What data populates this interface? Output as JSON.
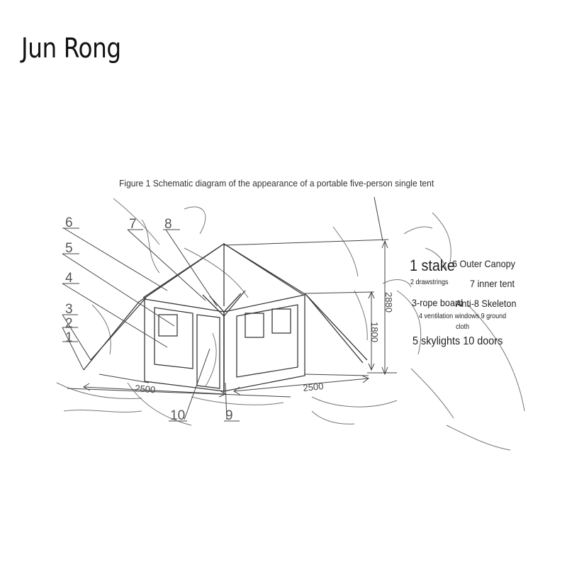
{
  "brand": "Jun Rong",
  "caption": "Figure 1 Schematic diagram of the appearance of a portable five-person single tent",
  "part_numbers": [
    "1",
    "2",
    "3",
    "4",
    "5",
    "6",
    "7",
    "8",
    "9",
    "10"
  ],
  "dimensions": {
    "width_left": "2500",
    "width_right": "2500",
    "height_total": "2880",
    "height_wall": "1800"
  },
  "legend": {
    "item1": "1 stake",
    "item2": "2 drawstrings",
    "item3": "3-rope board",
    "item4": "4 ventilation windows 9 ground cloth",
    "item5": "5 skylights 10 doors",
    "item6": "6 Outer Canopy",
    "item7": "7 inner tent",
    "item8": "Anti-8 Skeleton"
  }
}
